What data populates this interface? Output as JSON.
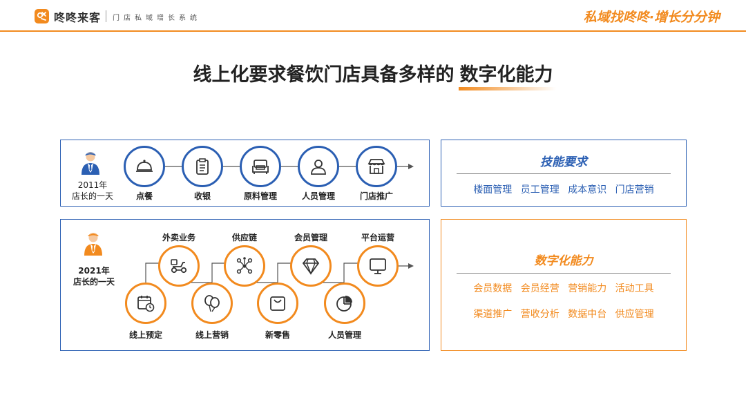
{
  "header": {
    "brand": "咚咚来客",
    "subtitle": "门店私域增长系统",
    "slogan": "私域找咚咚·增长分分钟"
  },
  "title": {
    "main": "线上化要求餐饮门店具备多样的",
    "highlight": "数字化能力"
  },
  "row2011": {
    "year": "2011年",
    "caption": "店长的一天",
    "nodes": [
      {
        "label": "点餐",
        "icon": "cloche-icon"
      },
      {
        "label": "收银",
        "icon": "clipboard-icon"
      },
      {
        "label": "原料管理",
        "icon": "sofa-icon"
      },
      {
        "label": "人员管理",
        "icon": "user-icon"
      },
      {
        "label": "门店推广",
        "icon": "storefront-icon"
      }
    ]
  },
  "row2021": {
    "year": "2021年",
    "caption": "店长的一天",
    "top_nodes": [
      {
        "label": "外卖业务",
        "icon": "scooter-icon"
      },
      {
        "label": "供应链",
        "icon": "network-icon"
      },
      {
        "label": "会员管理",
        "icon": "diamond-icon"
      },
      {
        "label": "平台运营",
        "icon": "monitor-icon"
      }
    ],
    "bottom_nodes": [
      {
        "label": "线上预定",
        "icon": "calendar-clock-icon"
      },
      {
        "label": "线上营销",
        "icon": "balloons-icon"
      },
      {
        "label": "新零售",
        "icon": "shopping-bag-icon"
      },
      {
        "label": "人员管理",
        "icon": "pie-chart-icon"
      }
    ]
  },
  "skills_box": {
    "title": "技能要求",
    "items": [
      "楼面管理",
      "员工管理",
      "成本意识",
      "门店营销"
    ]
  },
  "digital_box": {
    "title": "数字化能力",
    "row1": [
      "会员数据",
      "会员经营",
      "营销能力",
      "活动工具"
    ],
    "row2": [
      "渠道推广",
      "营收分析",
      "数据中台",
      "供应管理"
    ]
  },
  "colors": {
    "blue": "#2b5fb3",
    "orange": "#f28a1e",
    "text": "#222222"
  }
}
